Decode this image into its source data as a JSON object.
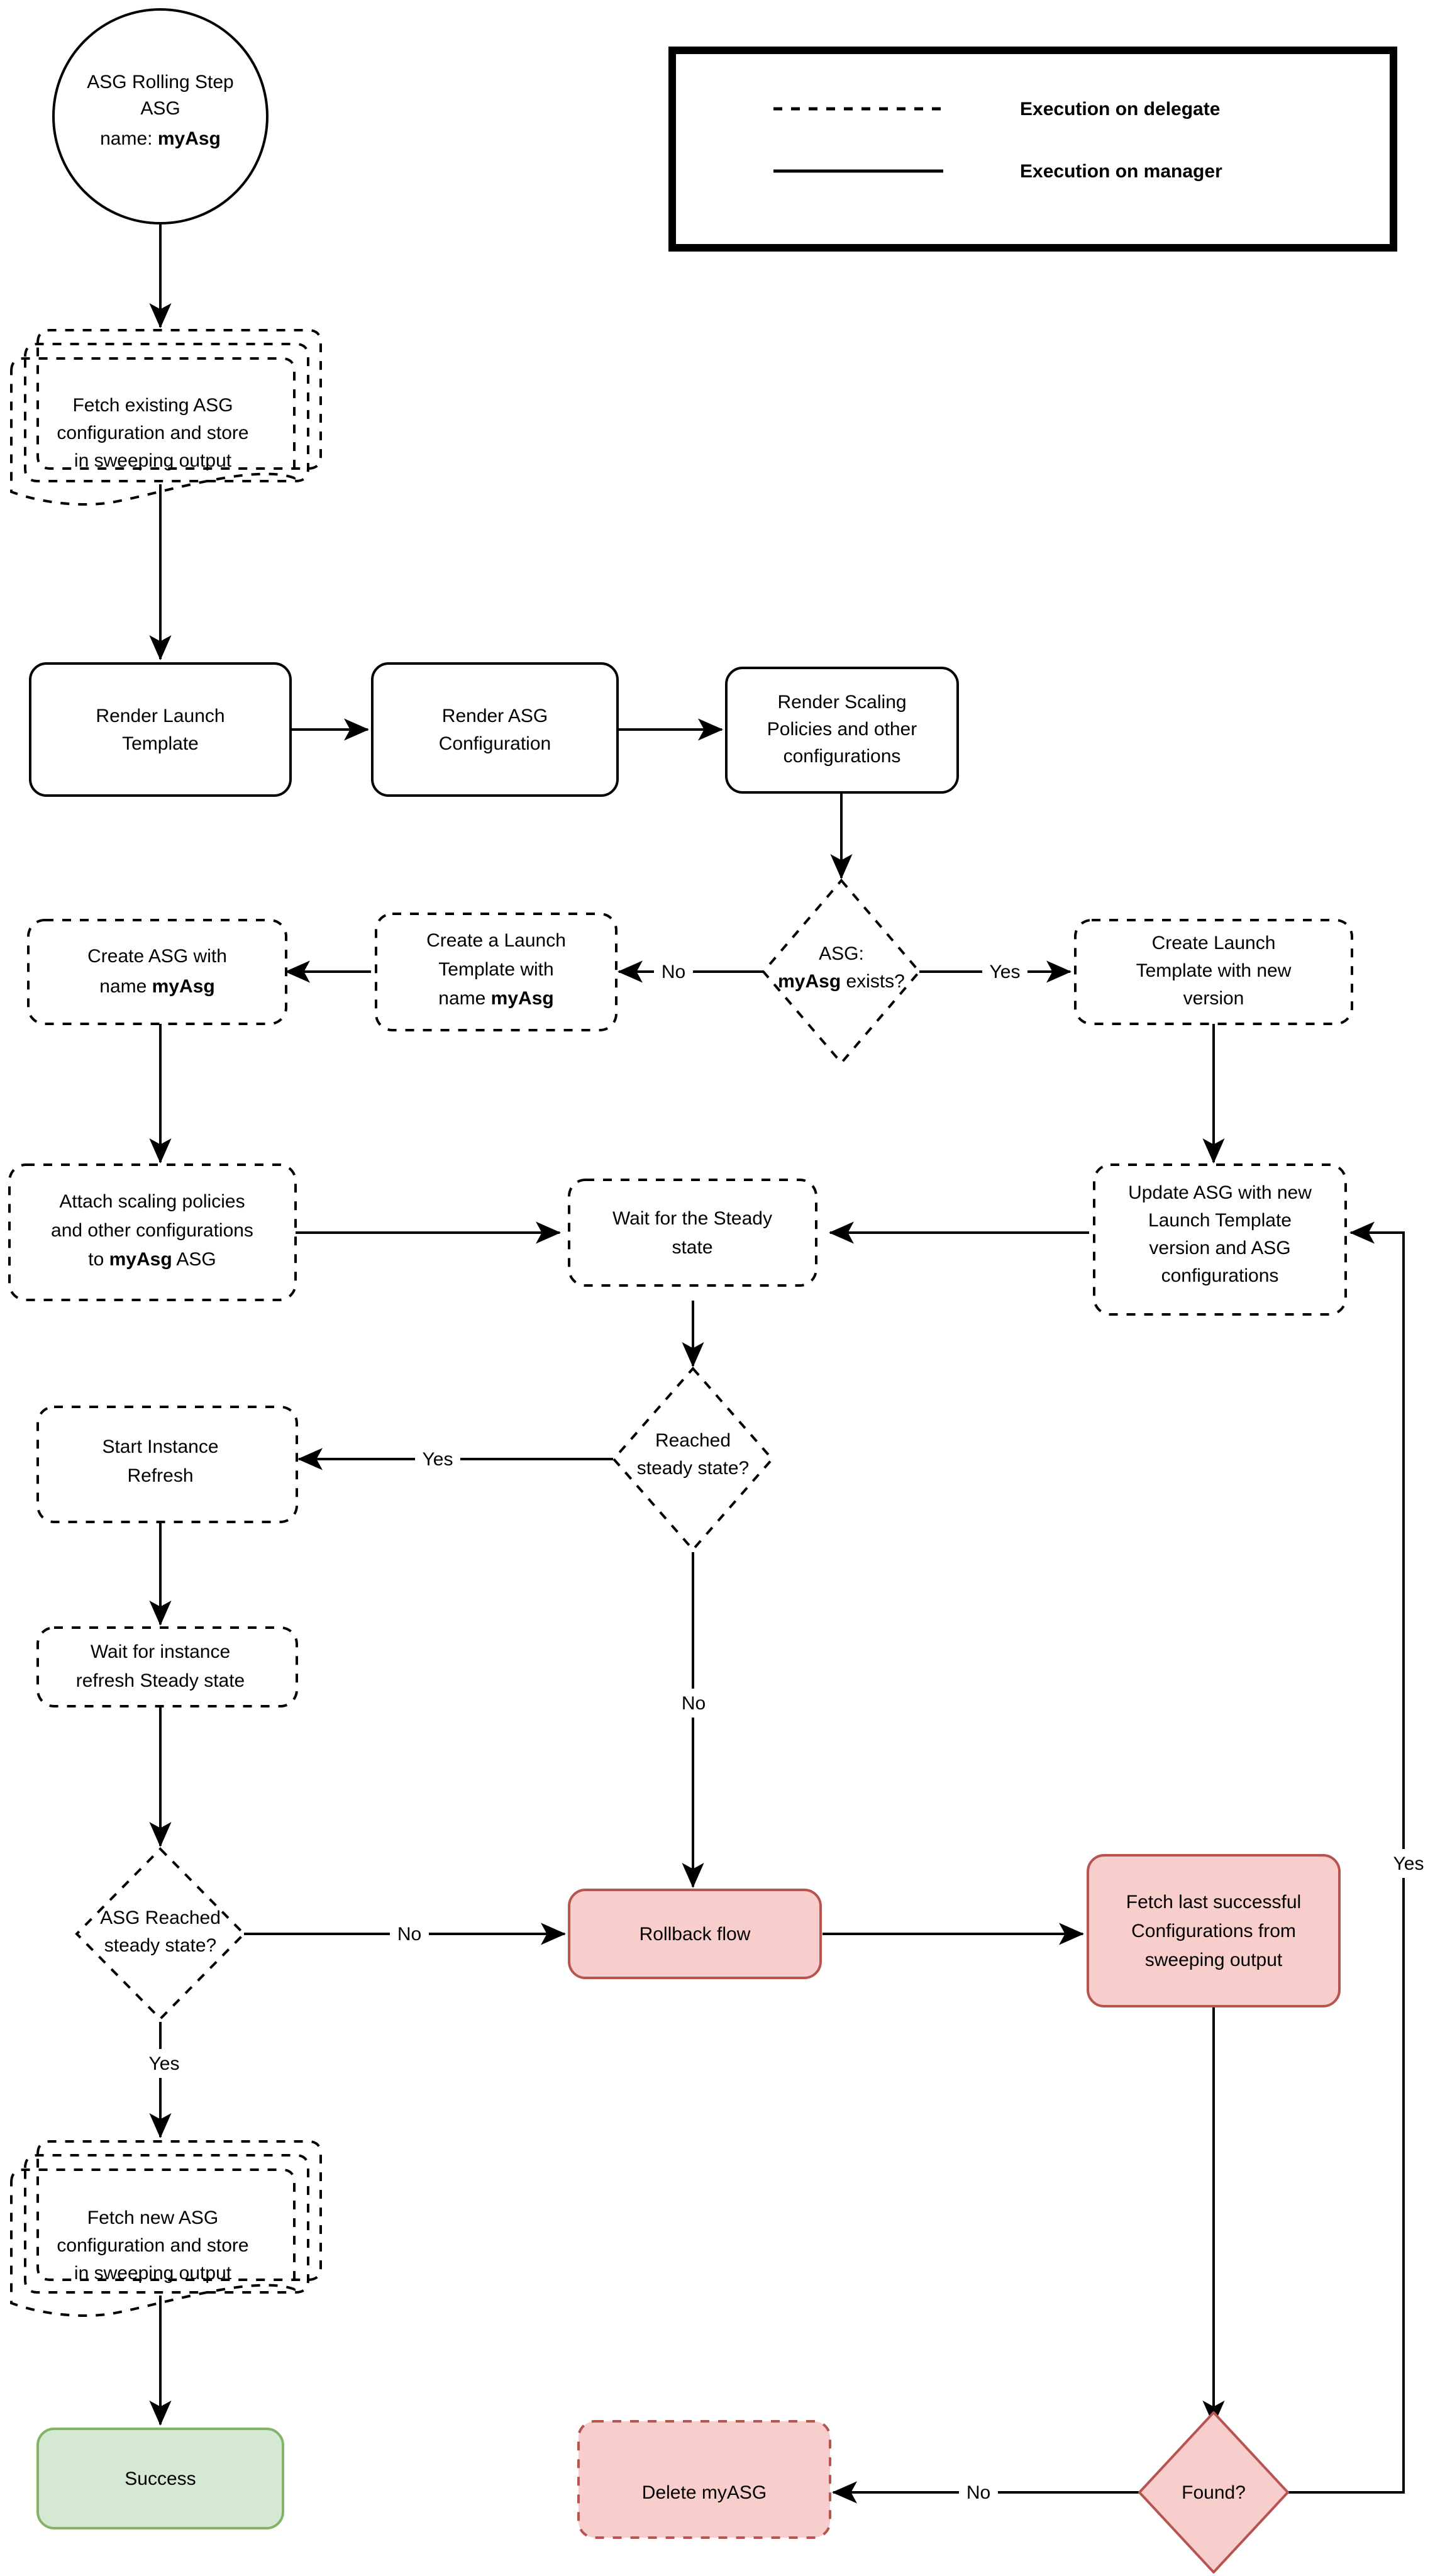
{
  "diagram": {
    "title": "ASG Rolling Step flow",
    "background": "#ffffff",
    "colors": {
      "stroke": "#000000",
      "red_fill": "#f8cecc",
      "red_stroke": "#b85450",
      "green_fill": "#d5e8d4",
      "green_stroke": "#82b366"
    }
  },
  "legend": {
    "items": [
      {
        "style": "dashed",
        "label": "Execution on delegate"
      },
      {
        "style": "solid",
        "label": "Execution on manager"
      }
    ]
  },
  "nodes": {
    "start": {
      "shape": "circle",
      "border": "solid",
      "line1": "ASG Rolling Step",
      "line2": "ASG",
      "line3_prefix": "name: ",
      "line3_strong": "myAsg"
    },
    "fetch_existing": {
      "shape": "multi-document",
      "border": "dashed",
      "line1": "Fetch existing ASG",
      "line2": "configuration and store",
      "line3": "in sweeping output"
    },
    "render_launch_template": {
      "shape": "rounded-rect",
      "border": "solid",
      "line1": "Render Launch",
      "line2": "Template"
    },
    "render_asg_config": {
      "shape": "rounded-rect",
      "border": "solid",
      "line1": "Render ASG",
      "line2": "Configuration"
    },
    "render_scaling_policies": {
      "shape": "rounded-rect",
      "border": "solid",
      "line1": "Render Scaling",
      "line2": "Policies and other",
      "line3": "configurations"
    },
    "asg_exists_decision": {
      "shape": "diamond",
      "border": "dashed",
      "line1": "ASG:",
      "line2_strong": "myAsg",
      "line2_rest": " exists?"
    },
    "create_launch_template_new_version": {
      "shape": "rounded-rect",
      "border": "dashed",
      "line1": "Create Launch",
      "line2": "Template with new",
      "line3": "version"
    },
    "create_a_launch_template": {
      "shape": "rounded-rect",
      "border": "dashed",
      "line1": "Create a Launch",
      "line2": "Template with",
      "line3_prefix": "name ",
      "line3_strong": "myAsg"
    },
    "create_asg": {
      "shape": "rounded-rect",
      "border": "dashed",
      "line1": "Create ASG with",
      "line2_prefix": "name ",
      "line2_strong": "myAsg"
    },
    "attach_scaling_policies": {
      "shape": "rounded-rect",
      "border": "dashed",
      "line1": "Attach scaling policies",
      "line2": "and other configurations",
      "line3_prefix": "to ",
      "line3_strong": "myAsg",
      "line3_suffix": " ASG"
    },
    "wait_steady": {
      "shape": "rounded-rect",
      "border": "dashed",
      "line1": "Wait for the Steady",
      "line2": "state"
    },
    "update_asg": {
      "shape": "rounded-rect",
      "border": "dashed",
      "line1": "Update ASG with new",
      "line2": "Launch Template",
      "line3": "version and ASG",
      "line4": "configurations"
    },
    "reached_steady_decision": {
      "shape": "diamond",
      "border": "dashed",
      "line1": "Reached",
      "line2": "steady state?"
    },
    "start_instance_refresh": {
      "shape": "rounded-rect",
      "border": "dashed",
      "line1": "Start Instance",
      "line2": "Refresh"
    },
    "wait_instance_refresh": {
      "shape": "rounded-rect",
      "border": "dashed",
      "line1": "Wait for instance",
      "line2": "refresh Steady state"
    },
    "asg_reached_steady_decision": {
      "shape": "diamond",
      "border": "dashed",
      "line1": "ASG Reached",
      "line2": "steady state?"
    },
    "rollback_flow": {
      "shape": "rounded-rect",
      "border": "solid",
      "fill": "red",
      "line1": "Rollback flow"
    },
    "fetch_last_successful": {
      "shape": "rounded-rect",
      "border": "solid",
      "fill": "red",
      "line1": "Fetch last successful",
      "line2": "Configurations from",
      "line3": "sweeping output"
    },
    "fetch_new_asg": {
      "shape": "multi-document",
      "border": "dashed",
      "line1": "Fetch new ASG",
      "line2": "configuration and store",
      "line3": "in sweeping output"
    },
    "success": {
      "shape": "rounded-rect",
      "border": "solid",
      "fill": "green",
      "line1": "Success"
    },
    "delete_myasg": {
      "shape": "rounded-rect",
      "border": "dashed",
      "fill": "red",
      "line1": "Delete myASG"
    },
    "found_decision": {
      "shape": "diamond",
      "border": "solid",
      "fill": "red",
      "line1": "Found?"
    }
  },
  "edge_labels": {
    "asg_exists_no": "No",
    "asg_exists_yes": "Yes",
    "reached_steady_yes": "Yes",
    "reached_steady_no": "No",
    "asg_reached_no": "No",
    "asg_reached_yes": "Yes",
    "found_no": "No",
    "found_yes": "Yes"
  }
}
